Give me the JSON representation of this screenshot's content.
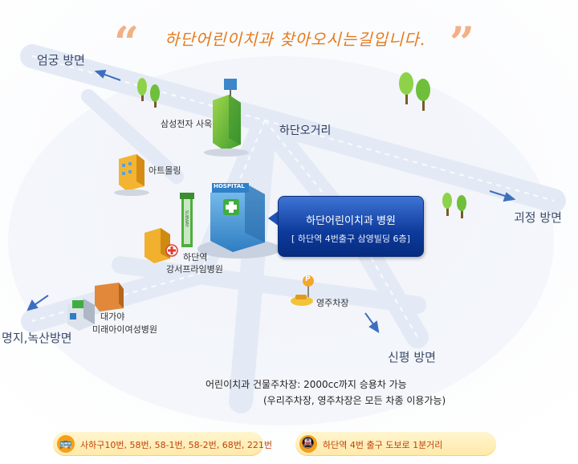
{
  "header": {
    "title": "하단어린이치과 찾아오시는길입니다."
  },
  "directions": {
    "eomgung": "엄궁 방면",
    "goejeong": "괴정 방면",
    "myeongji": "명지,녹산방면",
    "sinpyeong": "신평 방면"
  },
  "junction": "하단오거리",
  "landmarks": {
    "samsung": "삼성전자 사옥",
    "artmall": "아트몰링",
    "hadan_station": "하단역",
    "gangseo_hospital": "강서프라임병원",
    "daegaya": "대가야",
    "mirae_hospital": "미래아이여성병원",
    "youngju_parking": "영주차장"
  },
  "icons": {
    "hospital_sign": "HOSPITAL",
    "station_sign": "SUBWAY",
    "parking_sign": "P"
  },
  "callout": {
    "name": "하단어린이치과 병원",
    "address": "[ 하단역 4번출구 삼영빌딩 6층]"
  },
  "notes": {
    "parking_line1": "어린이치과 건물주차장: 2000cc까지 승용차 가능",
    "parking_line2": "(우리주차장, 영주차장은 모든 차종 이용가능)"
  },
  "transport": {
    "bus": "사하구10번, 58번, 58-1번, 58-2번, 68번, 221번",
    "subway": "하단역 4번 출구  도보로 1분거리"
  },
  "colors": {
    "title": "#e67a1c",
    "callout": "#0d3a9b",
    "road": "#edf2fa",
    "pill": "#ffeeb8",
    "pill_text": "#c0420c"
  }
}
